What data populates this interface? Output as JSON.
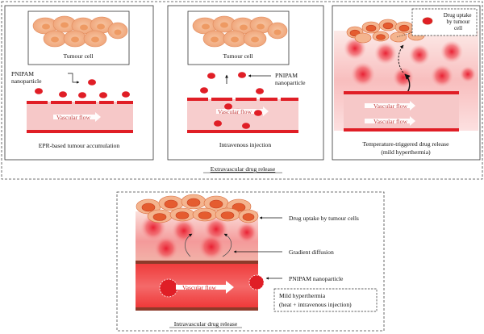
{
  "top_section": {
    "caption": "Extravascular drug release",
    "panel1": {
      "box_label": "Tumour cell",
      "nanoparticle_label": "PNIPAM nanoparticle",
      "flow_label": "Vascular flow",
      "caption": "EPR-based tumour accumulation"
    },
    "panel2": {
      "box_label": "Tumour cell",
      "nanoparticle_label": "PNIPAM nanoparticle",
      "flow_label": "Vascular flow",
      "caption": "Intravenous injection"
    },
    "panel3": {
      "uptake_label": "Drug uptake by tumour cell",
      "flow_label_1": "Vascular flow",
      "flow_label_2": "Vascular flow",
      "caption_line1": "Temperature-triggered drug release",
      "caption_line2": "(mild hyperthermia)"
    }
  },
  "bottom_section": {
    "caption": "Intravascular drug release",
    "flow_label": "Vascular flow",
    "labels": {
      "uptake": "Drug uptake by tumour cells",
      "diffusion": "Gradient diffusion",
      "nanoparticle": "PNIPAM nanoparticle",
      "hyperthermia_line1": "Mild hyperthermia",
      "hyperthermia_line2": "(heat + intravenous injection)"
    }
  },
  "colors": {
    "cell_fill": "#f4b48e",
    "cell_nucleus": "#e98a4a",
    "vessel_wall": "#e01e26",
    "vessel_lumen": "#f6c8c8",
    "nanoparticle": "#e01e26"
  }
}
